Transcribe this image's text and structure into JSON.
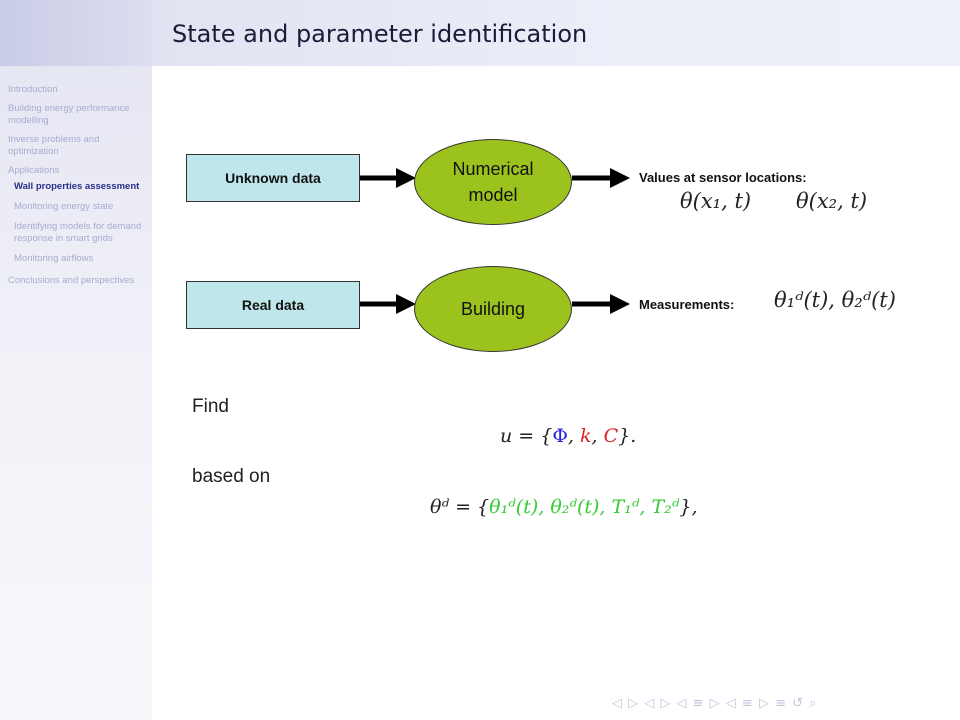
{
  "slide": {
    "title": "State and parameter identification"
  },
  "sidebar": {
    "items": [
      {
        "label": "Introduction"
      },
      {
        "label": "Building energy performance modelling"
      },
      {
        "label": "Inverse problems and optimization"
      },
      {
        "label": "Applications"
      }
    ],
    "subitems": [
      {
        "label": "Wall properties assessment",
        "active": true
      },
      {
        "label": "Monitoring energy state"
      },
      {
        "label": "Identifying models for demand response in smart grids"
      },
      {
        "label": "Monitoring airflows"
      }
    ],
    "last": {
      "label": "Conclusions and perspectives"
    }
  },
  "diagram": {
    "row1": {
      "box_label": "Unknown data",
      "ellipse_line1": "Numerical",
      "ellipse_line2": "model",
      "caption": "Values at sensor locations:",
      "math1": "θ(x₁, t)",
      "math2": "θ(x₂, t)"
    },
    "row2": {
      "box_label": "Real data",
      "ellipse_label": "Building",
      "caption": "Measurements:",
      "math": "θ₁ᵈ(t), θ₂ᵈ(t)"
    },
    "colors": {
      "box_fill": "#bfe6ea",
      "ellipse_fill": "#9cc21d",
      "phi": "#2424dd",
      "kc": "#dd2222",
      "theta_d": "#33cc33"
    }
  },
  "body": {
    "find_label": "Find",
    "based_on_label": "based on",
    "eq1": {
      "lhs": "u = {",
      "phi": "Φ",
      "sep1": ", ",
      "k": "k",
      "sep2": ", ",
      "c": "C",
      "rhs": "}."
    },
    "eq2": {
      "lhs": "θᵈ = {",
      "terms": "θ₁ᵈ(t), θ₂ᵈ(t), T₁ᵈ, T₂ᵈ",
      "rhs": "},"
    }
  },
  "nav": {
    "symbols": "◁ ▷ ◁ ▷ ◁ ≡ ▷ ◁ ≡ ▷ ≡ ↺ ⌕"
  }
}
